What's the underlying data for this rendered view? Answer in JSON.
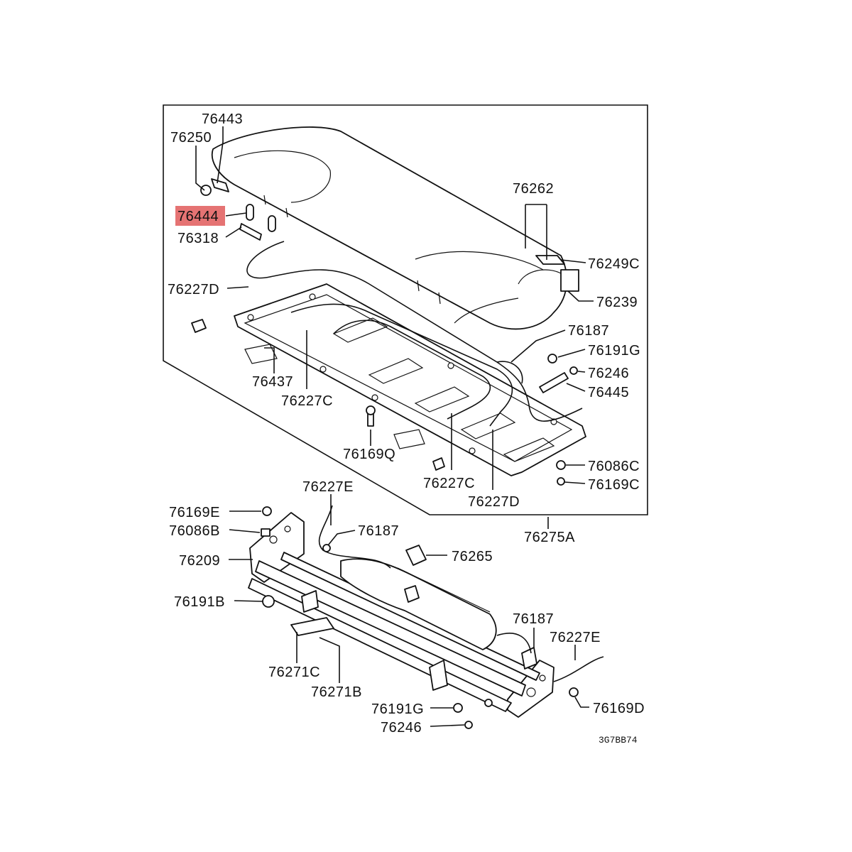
{
  "diagram_code": "3G7BB74",
  "highlight_color": "#e05a5a",
  "labels": {
    "p76443": "76443",
    "p76250": "76250",
    "p76444": "76444",
    "p76318": "76318",
    "p76262": "76262",
    "p76249C": "76249C",
    "p76239": "76239",
    "p76227D_top": "76227D",
    "p76187_top": "76187",
    "p76191G_top": "76191G",
    "p76246_top": "76246",
    "p76445": "76445",
    "p76437": "76437",
    "p76227C_left": "76227C",
    "p76169Q": "76169Q",
    "p76086C": "76086C",
    "p76169C": "76169C",
    "p76227C_mid": "76227C",
    "p76227D_mid": "76227D",
    "p76275A": "76275A",
    "p76227E_top": "76227E",
    "p76169E": "76169E",
    "p76086B": "76086B",
    "p76187_mid": "76187",
    "p76265": "76265",
    "p76209": "76209",
    "p76191B": "76191B",
    "p76187_bot": "76187",
    "p76227E_bot": "76227E",
    "p76271C": "76271C",
    "p76271B": "76271B",
    "p76191G_bot": "76191G",
    "p76169D": "76169D",
    "p76246_bot": "76246"
  }
}
